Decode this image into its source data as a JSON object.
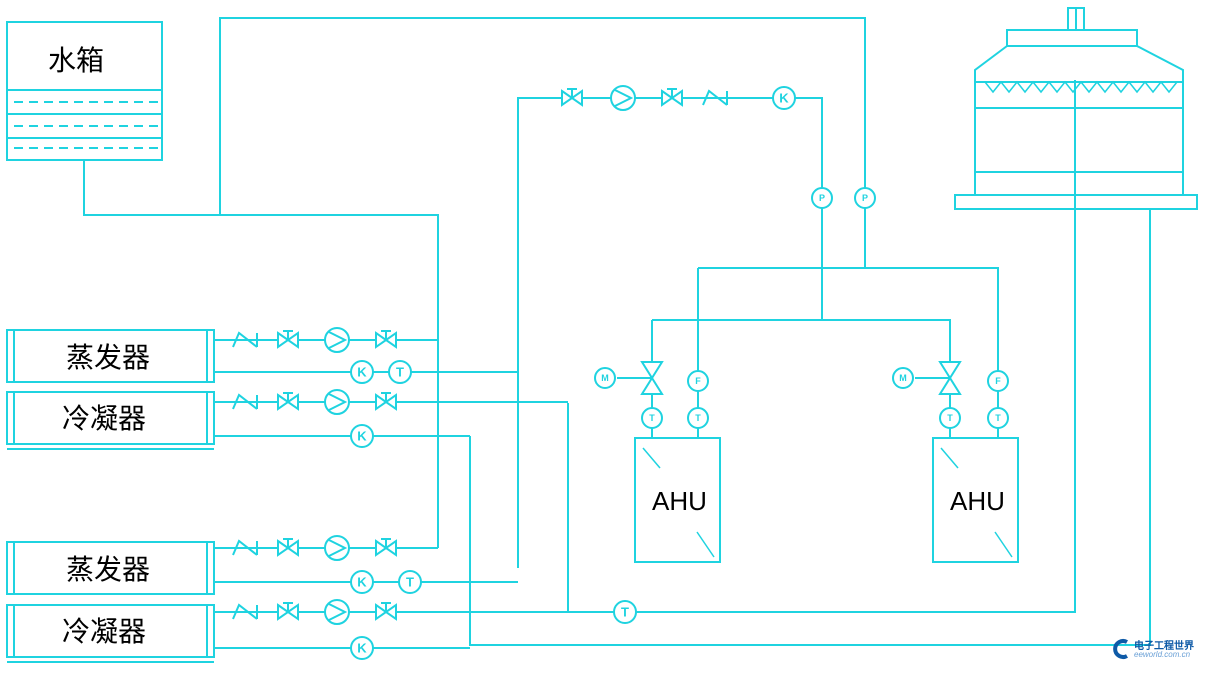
{
  "diagram": {
    "water_tank_label": "水箱",
    "evaporator_label": "蒸发器",
    "condenser_label": "冷凝器",
    "ahu_label": "AHU",
    "instrument_letters": {
      "flow_meter": "K",
      "temperature": "T",
      "pressure": "P",
      "flow": "F",
      "motor": "M"
    },
    "line_color": "#1fd3e0"
  },
  "watermark": {
    "title": "电子工程世界",
    "url": "eeworld.com.cn"
  }
}
